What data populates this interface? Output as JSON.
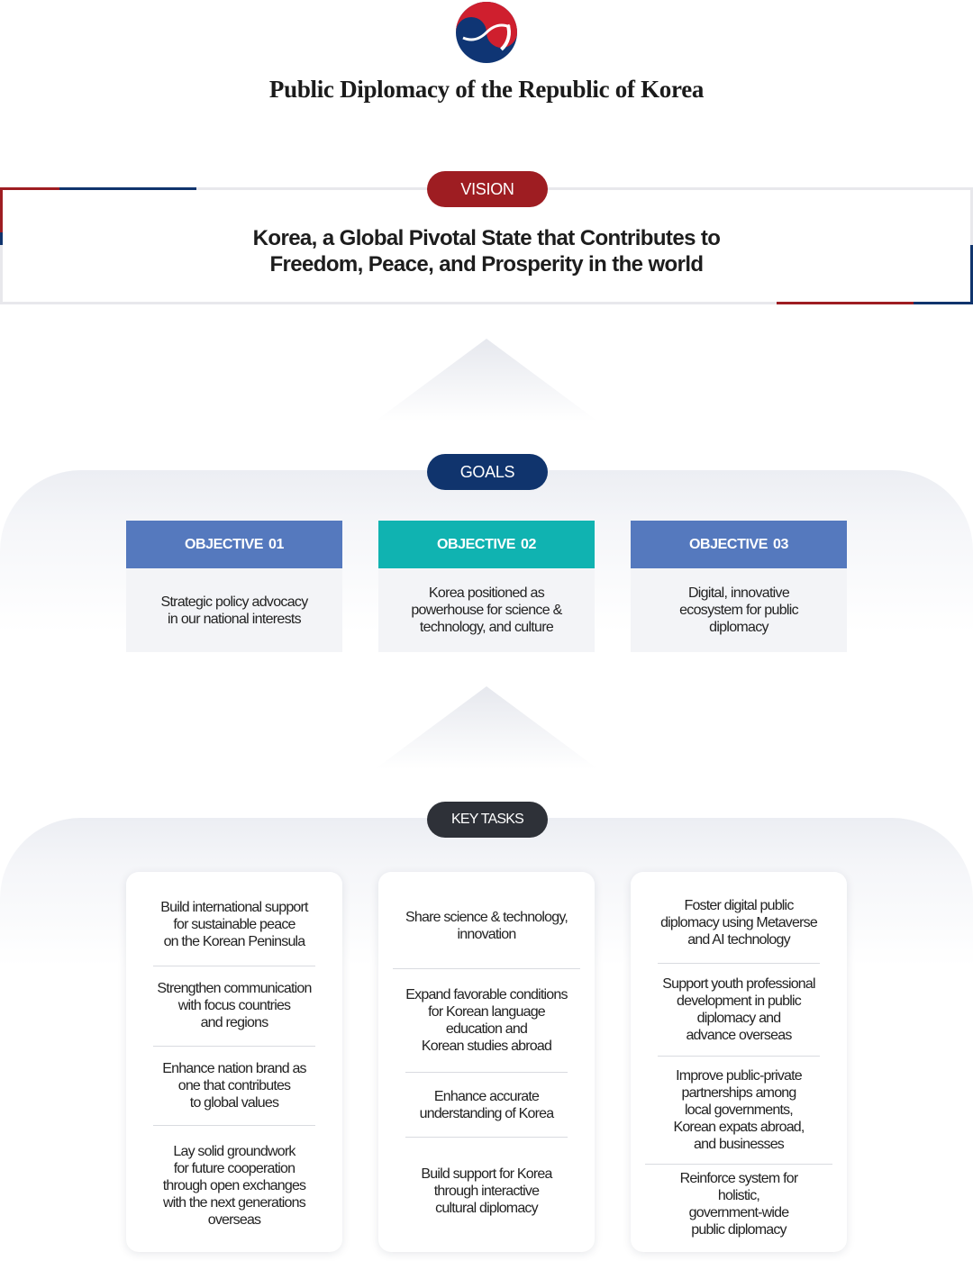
{
  "header": {
    "logo_icon": "taegeuk-emblem-icon",
    "title": "Public Diplomacy of the Republic of Korea"
  },
  "vision": {
    "label": "VISION",
    "text_line1": "Korea, a Global Pivotal State that Contributes to",
    "text_line2": "Freedom, Peace, and Prosperity in the world"
  },
  "goals": {
    "label": "GOALS",
    "objectives": [
      {
        "label": "OBJECTIVE",
        "number": "01",
        "color": "#5579be",
        "text": "Strategic policy advocacy\nin our national interests"
      },
      {
        "label": "OBJECTIVE",
        "number": "02",
        "color": "#10b3b1",
        "text": "Korea positioned as\npowerhouse for science &\ntechnology, and culture"
      },
      {
        "label": "OBJECTIVE",
        "number": "03",
        "color": "#5579be",
        "text": "Digital, innovative\necosystem for public\ndiplomacy"
      }
    ]
  },
  "key_tasks": {
    "label": "KEY TASKS",
    "columns": [
      [
        "Build international support\nfor sustainable peace\non the Korean Peninsula",
        "Strengthen communication\nwith focus countries\nand regions",
        "Enhance nation brand as\none that contributes\nto global values",
        "Lay solid groundwork\nfor future cooperation\nthrough open exchanges\nwith the next generations\noverseas"
      ],
      [
        "Share science & technology,\ninnovation",
        "Expand favorable conditions\nfor Korean language\neducation and\nKorean studies abroad",
        "Enhance accurate\nunderstanding of Korea",
        "Build support for Korea\nthrough interactive\ncultural diplomacy"
      ],
      [
        "Foster digital public\ndiplomacy using Metaverse\nand AI technology",
        "Support youth professional\ndevelopment in public\ndiplomacy and\nadvance overseas",
        "Improve public-private\npartnerships among\nlocal governments,\nKorean expats abroad,\nand businesses",
        "Reinforce system for holistic,\ngovernment-wide\npublic diplomacy"
      ]
    ]
  },
  "colors": {
    "korea_red": "#9e1d22",
    "korea_blue": "#10346d",
    "dark_pill": "#2e3138"
  }
}
